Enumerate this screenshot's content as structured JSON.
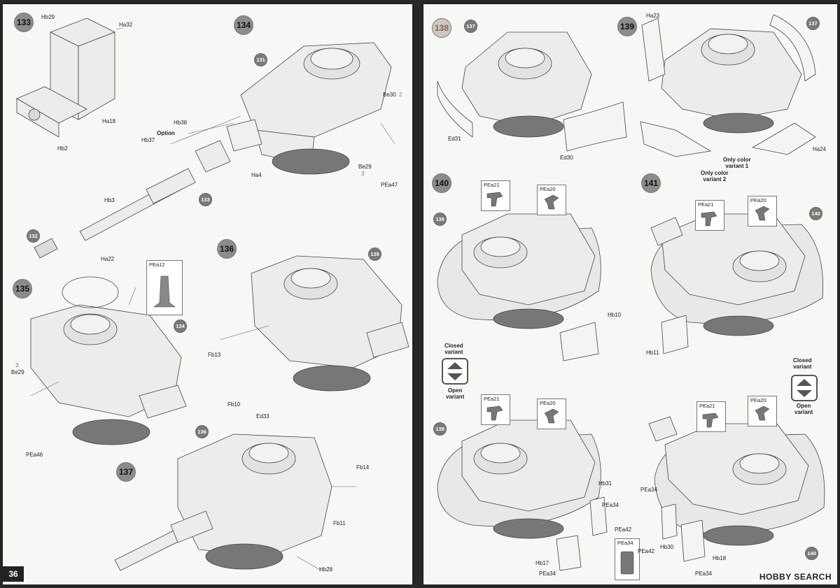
{
  "left_page": {
    "page_number": "36",
    "steps": [
      "133",
      "134",
      "135",
      "136",
      "137"
    ],
    "refs": {
      "r131": "131",
      "r133": "133",
      "r132": "132",
      "r134": "134",
      "r135": "135",
      "r136": "136"
    },
    "option_label": "Option",
    "parts": {
      "hb29": "Hb29",
      "ha32": "Ha32",
      "ha18": "Ha18",
      "hb2": "Hb2",
      "hb38": "Hb38",
      "hb37": "Hb37",
      "ha4": "Ha4",
      "hb3": "Hb3",
      "be30": "Be30",
      "x2": "2",
      "be29_top": "Be29",
      "x3_top": "3",
      "pea47": "PEa47",
      "ha22": "Ha22",
      "pea12": "PEa12",
      "x3_left": "3",
      "be29_left": "Be29",
      "pea46": "PEa46",
      "fb13": "Fb13",
      "fb10": "Fb10",
      "ed33": "Ed33",
      "fb14": "Fb14",
      "fb11": "Fb11",
      "hb28": "Hb28"
    }
  },
  "right_page": {
    "steps": [
      "138",
      "139",
      "140",
      "141"
    ],
    "refs": {
      "r137a": "137",
      "r137b": "137",
      "r139a": "139",
      "r140a": "140",
      "r139b": "139",
      "r140b": "140"
    },
    "parts": {
      "ed31": "Ed31",
      "ed30": "Ed30",
      "ha23": "Ha23",
      "ha24": "Ha24",
      "pea21_a": "PEa21",
      "pea20_a": "PEa20",
      "hb10": "Hb10",
      "pea21_b": "PEa21",
      "pea20_b": "PEa20",
      "hb11": "Hb11",
      "pea21_c": "PEa21",
      "pea20_c": "PEa20",
      "hb31": "Hb31",
      "pea34_a": "PEa34",
      "pea42_a": "PEa42",
      "pea34_b": "PEa34",
      "hb17": "Hb17",
      "pea34_c": "PEa34",
      "pea21_d": "PEa21",
      "pea20_d": "PEa20",
      "pea34_d": "PEa34",
      "pea42_d": "PEa42",
      "hb30": "Hb30",
      "hb18": "Hb18",
      "pea34_e": "PEa34"
    },
    "only_color_1": "Only color\nvariant 1",
    "only_color_2": "Only color\nvariant 2",
    "closed_variant": "Closed\nvariant",
    "open_variant": "Open\nvariant",
    "watermark": "HOBBY SEARCH"
  }
}
